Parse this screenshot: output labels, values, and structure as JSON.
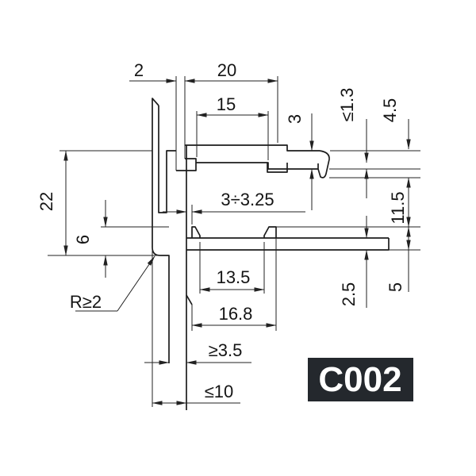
{
  "drawing": {
    "type": "profile-cross-section",
    "background": "#ffffff",
    "line_color": "#1c1c1c",
    "badge": {
      "label": "C002",
      "bg": "#24282d",
      "text_color": "#ffffff"
    },
    "dimensions": {
      "slot_opening_top": "2",
      "top_arm_width": "20",
      "top_inner_width": "15",
      "hook_height": "3",
      "hook_lip_max": "≤1.3",
      "right_top": "4.5",
      "overall_height": "22",
      "left_step": "6",
      "gap_range": "3÷3.25",
      "right_middle": "11.5",
      "channel_inner_width": "13.5",
      "channel_outer_width": "16.8",
      "base_thickness": "2.5",
      "channel_height": "5",
      "corner_radius_min": "R≥2",
      "wall_min": "≥3.5",
      "depth_max": "≤10"
    }
  }
}
